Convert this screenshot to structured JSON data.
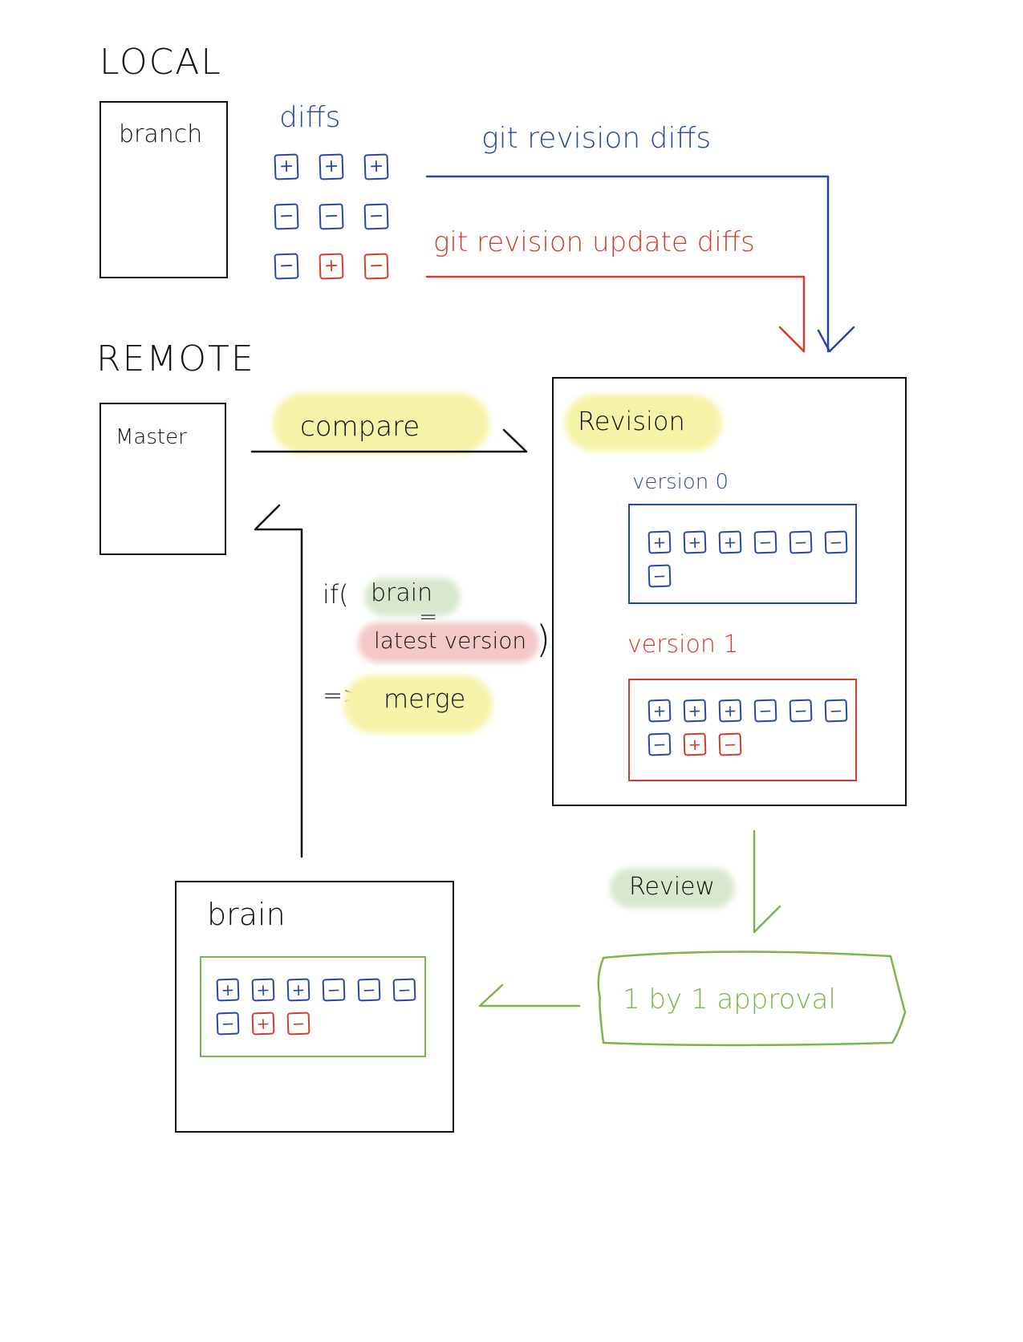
{
  "colors": {
    "black": "#111111",
    "blue": "#2747a8",
    "red": "#d33b2c",
    "green": "#7bb54a",
    "yellow_hl": "#f5f3a8",
    "green_hl": "#d8e8cf",
    "red_hl": "#f3c8c8"
  },
  "local": {
    "title": "LOCAL",
    "branch_label": "branch",
    "diffs_label": "diffs",
    "diff_rows": [
      [
        "+",
        "+",
        "+"
      ],
      [
        "−",
        "−",
        "−"
      ],
      [
        "−",
        "+",
        "−"
      ]
    ],
    "diff_row_colors": [
      [
        "blue",
        "blue",
        "blue"
      ],
      [
        "blue",
        "blue",
        "blue"
      ],
      [
        "blue",
        "red",
        "red"
      ]
    ]
  },
  "arrows": {
    "git_revision_diffs": "git revision diffs",
    "git_revision_update_diffs": "git revision update diffs",
    "compare": "compare"
  },
  "remote": {
    "title": "REMOTE",
    "master_label": "Master"
  },
  "revision": {
    "title": "Revision",
    "version0": {
      "label": "version 0",
      "diffs": [
        "+",
        "+",
        "+",
        "−",
        "−",
        "−",
        "−"
      ],
      "colors": [
        "blue",
        "blue",
        "blue",
        "blue",
        "blue",
        "blue",
        "blue"
      ]
    },
    "version1": {
      "label": "version 1",
      "diffs": [
        "+",
        "+",
        "+",
        "−",
        "−",
        "−",
        "−",
        "+",
        "−"
      ],
      "colors": [
        "blue",
        "blue",
        "blue",
        "blue",
        "blue",
        "blue",
        "blue",
        "red",
        "red"
      ]
    }
  },
  "condition": {
    "if": "if(",
    "brain": "brain",
    "equals": "=",
    "latest": "latest version",
    "close": ")",
    "implies": "=>",
    "merge": "merge"
  },
  "review": {
    "label": "Review",
    "approval": "1 by 1 approval"
  },
  "brain": {
    "title": "brain",
    "diffs": [
      "+",
      "+",
      "+",
      "−",
      "−",
      "−",
      "−",
      "+",
      "−"
    ],
    "colors": [
      "blue",
      "blue",
      "blue",
      "blue",
      "blue",
      "blue",
      "blue",
      "red",
      "red"
    ]
  }
}
